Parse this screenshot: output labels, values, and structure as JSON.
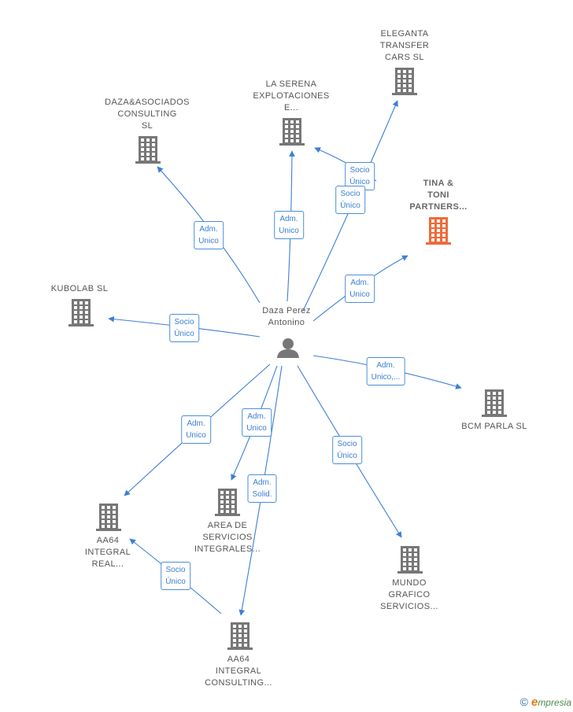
{
  "colors": {
    "edge": "#3d7fd6",
    "company_icon": "#777777",
    "company_icon_highlight": "#f06a3a",
    "person_icon": "#777777"
  },
  "person": {
    "lines": [
      "Daza Perez",
      "Antonino"
    ],
    "icon": "person-icon"
  },
  "companies": [
    {
      "id": "eleganta",
      "lines": [
        "ELEGANTA",
        "TRANSFER",
        "CARS  SL"
      ],
      "highlight": false
    },
    {
      "id": "laserena",
      "lines": [
        "LA SERENA",
        "EXPLOTACIONES",
        "E..."
      ],
      "highlight": false
    },
    {
      "id": "dazaasoc",
      "lines": [
        "DAZA&ASOCIADOS",
        "CONSULTING",
        "SL"
      ],
      "highlight": false
    },
    {
      "id": "tinatoni",
      "lines": [
        "TINA &",
        "TONI",
        "PARTNERS..."
      ],
      "highlight": true
    },
    {
      "id": "kubolab",
      "lines": [
        "KUBOLAB  SL"
      ],
      "highlight": false
    },
    {
      "id": "bcmparla",
      "lines": [
        "BCM PARLA  SL"
      ],
      "highlight": false
    },
    {
      "id": "aa64real",
      "lines": [
        "AA64",
        "INTEGRAL",
        "REAL..."
      ],
      "highlight": false
    },
    {
      "id": "areaserv",
      "lines": [
        "AREA DE",
        "SERVICIOS",
        "INTEGRALES..."
      ],
      "highlight": false
    },
    {
      "id": "mundograf",
      "lines": [
        "MUNDO",
        "GRAFICO",
        "SERVICIOS..."
      ],
      "highlight": false
    },
    {
      "id": "aa64consult",
      "lines": [
        "AA64",
        "INTEGRAL",
        "CONSULTING..."
      ],
      "highlight": false
    }
  ],
  "relations": [
    {
      "id": "r-eleganta",
      "lines": [
        "Socio",
        "Único"
      ]
    },
    {
      "id": "r-laserena-socio",
      "lines": [
        "Socio",
        "Único"
      ]
    },
    {
      "id": "r-laserena-adm",
      "lines": [
        "Adm.",
        "Unico"
      ]
    },
    {
      "id": "r-dazaasoc",
      "lines": [
        "Adm.",
        "Unico"
      ]
    },
    {
      "id": "r-tinatoni",
      "lines": [
        "Adm.",
        "Unico"
      ]
    },
    {
      "id": "r-kubolab",
      "lines": [
        "Socio",
        "Único"
      ]
    },
    {
      "id": "r-bcmparla",
      "lines": [
        "Adm.",
        "Unico,..."
      ]
    },
    {
      "id": "r-aa64real",
      "lines": [
        "Adm.",
        "Unico"
      ]
    },
    {
      "id": "r-areaserv",
      "lines": [
        "Adm.",
        "Unico"
      ]
    },
    {
      "id": "r-aa64consult",
      "lines": [
        "Adm.",
        "Solid."
      ]
    },
    {
      "id": "r-mundograf",
      "lines": [
        "Socio",
        "Único"
      ]
    },
    {
      "id": "r-aa64-aa64",
      "lines": [
        "Socio",
        "Único"
      ]
    }
  ],
  "footer": {
    "copyright": "©",
    "brand_initial": "e",
    "brand_rest": "mpresia"
  }
}
